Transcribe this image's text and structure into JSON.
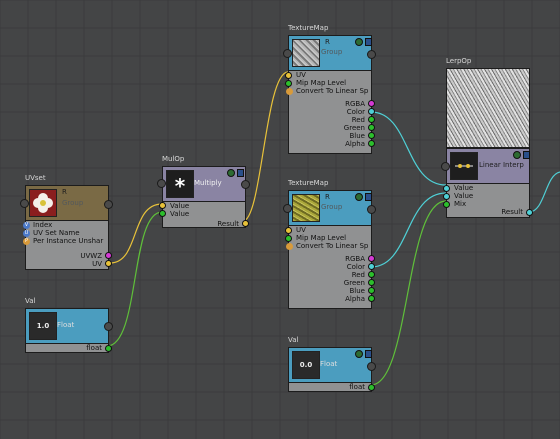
{
  "colors": {
    "canvas": "#444546",
    "texture_header": "#4b9dbf",
    "uvset_header": "#7a6a45",
    "mulop_header": "#8a84a3",
    "lerp_header": "#4b9dbf",
    "val_header": "#4b9dbf",
    "wire_yellow": "#e8c23a",
    "wire_green": "#5fbf3a",
    "wire_cyan": "#4fd0d6"
  },
  "nodes": {
    "uvset": {
      "title": "UVset",
      "label": "R",
      "sub": "Group",
      "thumb_icon": "flower-icon",
      "in_badge_1": "V",
      "in_badge_2": "U",
      "in_badge_3": "P",
      "inputs": [
        "Index",
        "UV Set Name",
        "Per Instance Unshar"
      ],
      "outputs": [
        "UVWZ",
        "UV"
      ]
    },
    "val1": {
      "title": "Val",
      "value": "1.0",
      "label": "Float",
      "output": "float"
    },
    "mulop": {
      "title": "MulOp",
      "symbol": "*",
      "label": "Multiply",
      "inputs": [
        "Value",
        "Value"
      ],
      "output": "Result"
    },
    "tex1": {
      "title": "TextureMap",
      "label": "R",
      "sub": "Group",
      "thumb_icon": "stone-texture-icon",
      "inputs": [
        "UV",
        "Mip Map Level",
        "Convert To Linear Sp"
      ],
      "outputs": [
        "RGBA",
        "Color",
        "Red",
        "Green",
        "Blue",
        "Alpha"
      ]
    },
    "tex2": {
      "title": "TextureMap",
      "label": "R",
      "sub": "Group",
      "thumb_icon": "moss-texture-icon",
      "inputs": [
        "UV",
        "Mip Map Level",
        "Convert To Linear Sp"
      ],
      "outputs": [
        "RGBA",
        "Color",
        "Red",
        "Green",
        "Blue",
        "Alpha"
      ]
    },
    "val2": {
      "title": "Val",
      "value": "0.0",
      "label": "Float",
      "output": "float"
    },
    "lerp": {
      "title": "LerpOp",
      "label": "Linear Interp",
      "inputs": [
        "Value",
        "Value",
        "Mix"
      ],
      "output": "Result"
    }
  }
}
